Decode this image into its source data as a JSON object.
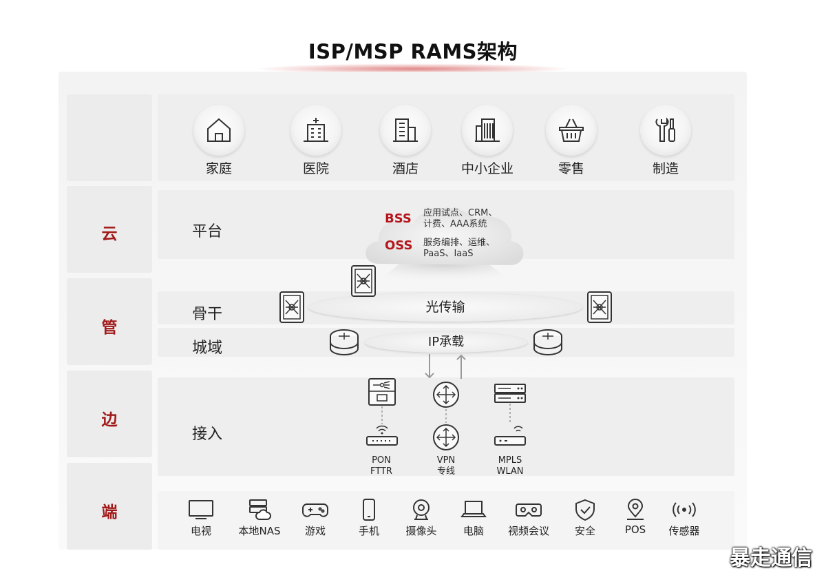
{
  "title": "ISP/MSP RAMS架构",
  "side_labels": {
    "cloud": "云",
    "pipe": "管",
    "edge": "边",
    "end": "端"
  },
  "categories": [
    {
      "label": "家庭",
      "icon": "house-icon"
    },
    {
      "label": "医院",
      "icon": "hospital-icon"
    },
    {
      "label": "酒店",
      "icon": "hotel-icon"
    },
    {
      "label": "中小企业",
      "icon": "enterprise-icon"
    },
    {
      "label": "零售",
      "icon": "basket-icon"
    },
    {
      "label": "制造",
      "icon": "tools-icon"
    }
  ],
  "rows": {
    "platform": "平台",
    "backbone": "骨干",
    "metro": "城域",
    "access": "接入"
  },
  "cloud": {
    "bss": {
      "label": "BSS",
      "line1": "应用试点、CRM、",
      "line2": "计费、AAA系统"
    },
    "oss": {
      "label": "OSS",
      "line1": "服务编排、运维、",
      "line2": "PaaS、IaaS"
    }
  },
  "transport": {
    "optical": "光传输",
    "ip": "IP承载"
  },
  "access": {
    "pon": {
      "line1": "PON",
      "line2": "FTTR"
    },
    "vpn": {
      "line1": "VPN",
      "line2": "专线"
    },
    "mpls": {
      "line1": "MPLS",
      "line2": "WLAN"
    }
  },
  "terminals": [
    {
      "label": "电视",
      "icon": "tv-icon"
    },
    {
      "label": "本地NAS",
      "icon": "nas-icon"
    },
    {
      "label": "游戏",
      "icon": "gamepad-icon"
    },
    {
      "label": "手机",
      "icon": "phone-icon"
    },
    {
      "label": "摄像头",
      "icon": "camera-icon"
    },
    {
      "label": "电脑",
      "icon": "laptop-icon"
    },
    {
      "label": "视频会议",
      "icon": "vr-headset-icon"
    },
    {
      "label": "安全",
      "icon": "shield-icon"
    },
    {
      "label": "POS",
      "icon": "location-pin-icon"
    },
    {
      "label": "传感器",
      "icon": "sensor-icon"
    }
  ],
  "watermark": "暴走通信",
  "colors": {
    "accent": "#b4161b",
    "side_text": "#a11a1a",
    "panel": "#eeeeee"
  }
}
